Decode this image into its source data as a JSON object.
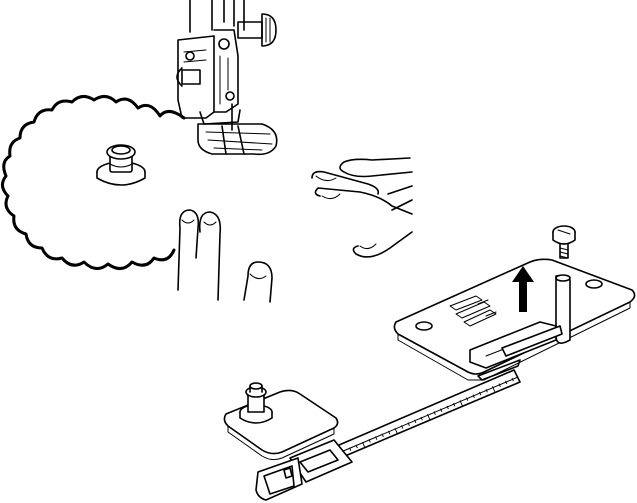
{
  "illustration": {
    "ink_color": "#000000",
    "background_color": "#ffffff",
    "parts": [
      "sewing-machine-presser-foot",
      "scalloped-fabric-circle",
      "center-pivot-pin",
      "left-hand",
      "right-hand",
      "needle-plate",
      "needle-plate-screw",
      "upward-arrow",
      "circle-sewing-attachment-ruler",
      "attachment-pivot-pin"
    ]
  }
}
